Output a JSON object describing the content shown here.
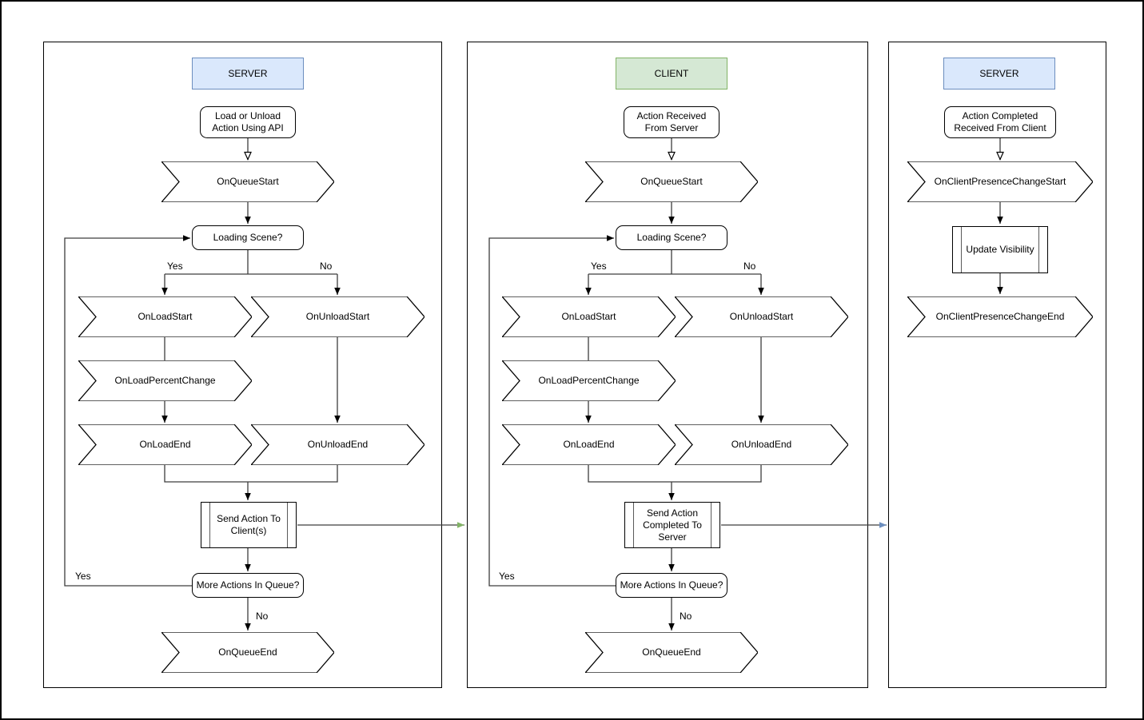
{
  "labels": {
    "yes": "Yes",
    "no": "No"
  },
  "colors": {
    "server_header_fill": "#dae8fc",
    "server_header_stroke": "#6c8ebf",
    "client_header_fill": "#d5e8d4",
    "client_header_stroke": "#82b366",
    "server_to_client_edge": "#82b366",
    "client_to_server_edge": "#6c8ebf",
    "shape_stroke": "#000000",
    "connector_stroke": "#3d3d3d"
  },
  "panels": {
    "server": {
      "title": "SERVER",
      "start": "Load or Unload\nAction Using API",
      "on_queue_start": "OnQueueStart",
      "loading_scene": "Loading Scene?",
      "on_load_start": "OnLoadStart",
      "on_unload_start": "OnUnloadStart",
      "on_load_percent_change": "OnLoadPercentChange",
      "on_load_end": "OnLoadEnd",
      "on_unload_end": "OnUnloadEnd",
      "send_action": "Send Action To\nClient(s)",
      "more_actions": "More Actions In Queue?",
      "on_queue_end": "OnQueueEnd"
    },
    "client": {
      "title": "CLIENT",
      "start": "Action Received\nFrom Server",
      "on_queue_start": "OnQueueStart",
      "loading_scene": "Loading Scene?",
      "on_load_start": "OnLoadStart",
      "on_unload_start": "OnUnloadStart",
      "on_load_percent_change": "OnLoadPercentChange",
      "on_load_end": "OnLoadEnd",
      "on_unload_end": "OnUnloadEnd",
      "send_action": "Send Action\nCompleted To\nServer",
      "more_actions": "More Actions In Queue?",
      "on_queue_end": "OnQueueEnd"
    },
    "server_return": {
      "title": "SERVER",
      "start": "Action Completed\nReceived From Client",
      "on_client_presence_change_start": "OnClientPresenceChangeStart",
      "update_visibility": "Update Visibility",
      "on_client_presence_change_end": "OnClientPresenceChangeEnd"
    }
  }
}
